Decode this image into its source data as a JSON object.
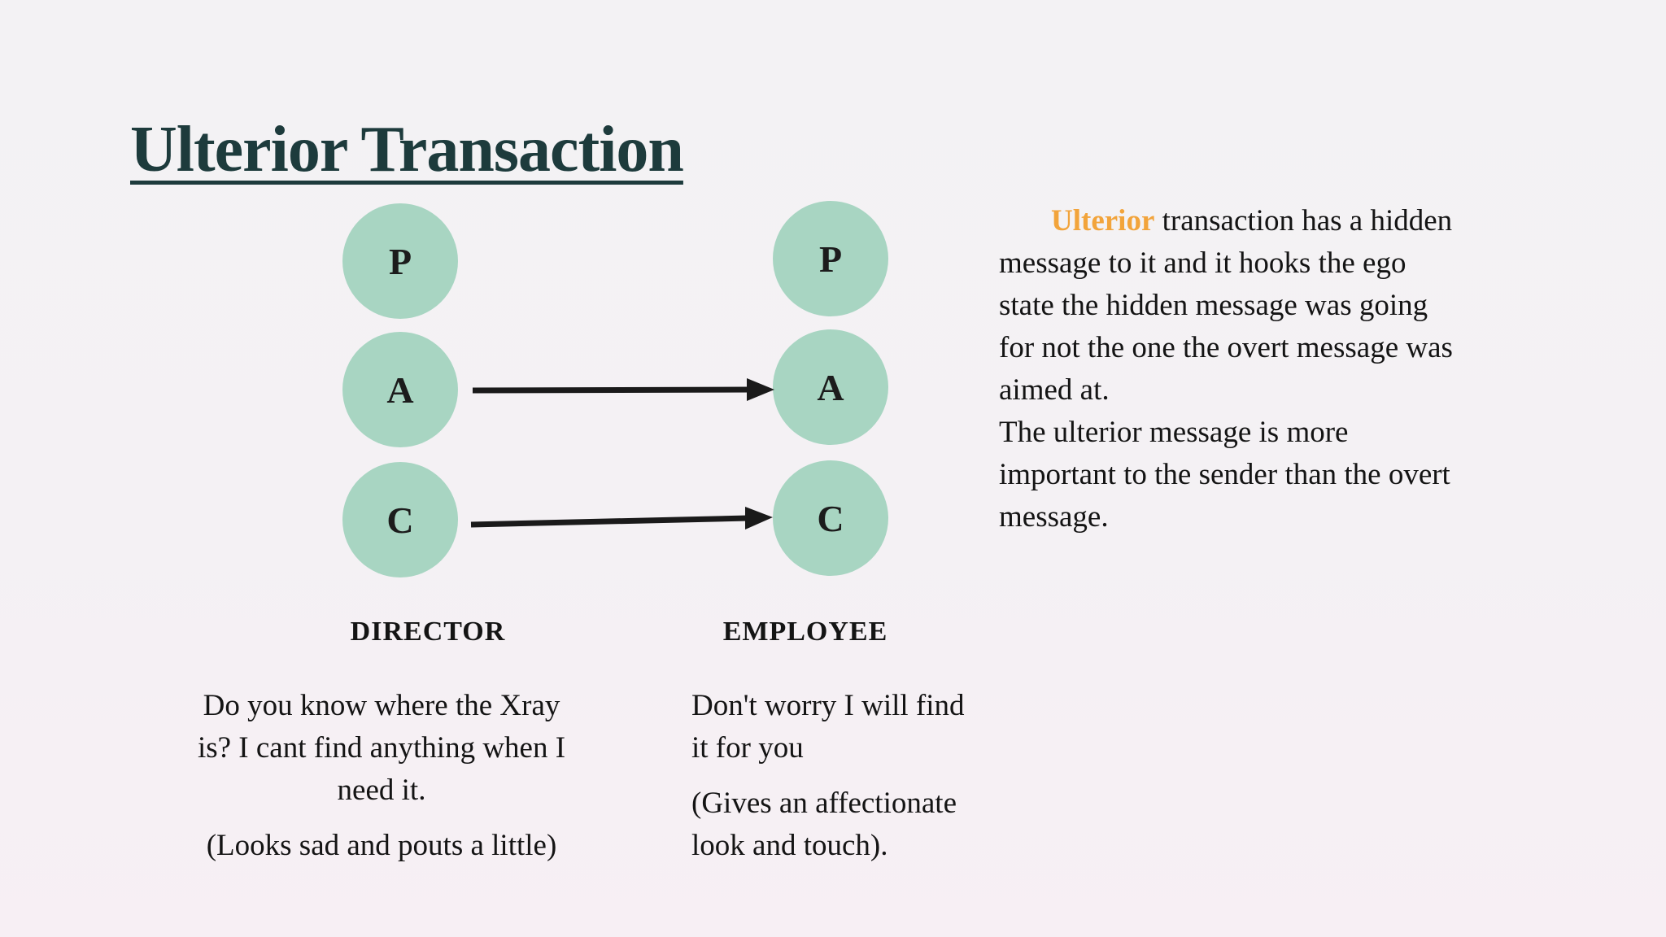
{
  "slide": {
    "title": "Ulterior Transaction",
    "colors": {
      "background": "#f3f2f4",
      "title": "#1d3b3c",
      "circle_fill": "#a8d5c2",
      "arrow": "#1a1a1a",
      "body_text": "#141414",
      "accent_orange": "#f2a43b"
    }
  },
  "diagram": {
    "columns": [
      {
        "label": "DIRECTOR",
        "circles": [
          "P",
          "A",
          "C"
        ]
      },
      {
        "label": "EMPLOYEE",
        "circles": [
          "P",
          "A",
          "C"
        ]
      }
    ],
    "arrows": [
      {
        "from": "DIRECTOR-A",
        "to": "EMPLOYEE-A"
      },
      {
        "from": "DIRECTOR-C",
        "to": "EMPLOYEE-C"
      }
    ]
  },
  "speech": {
    "director": {
      "line1": "Do you know where the Xray is? I cant find anything when I need it.",
      "line2": "(Looks sad and pouts a little)"
    },
    "employee": {
      "line1": "Don't worry I will find it for you",
      "line2": "(Gives an affectionate look and touch)."
    }
  },
  "side_text": {
    "lead_word": "Ulterior",
    "paragraph1_rest": " transaction has a hidden message to it and it hooks the ego state the hidden message was going for not the one the overt message was aimed at.",
    "paragraph2": "The ulterior message is more important to the sender than the overt message."
  }
}
